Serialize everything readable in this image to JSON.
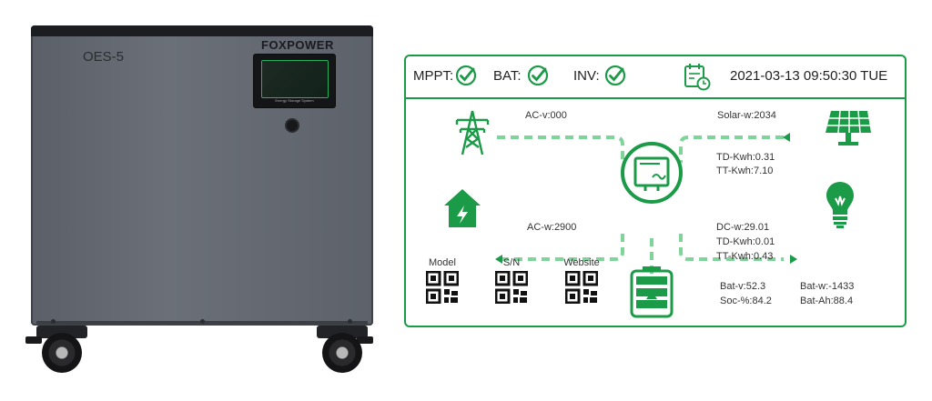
{
  "product": {
    "model": "OES-5",
    "brand": "FOXPOWER",
    "lcd_caption": "Energy Storage System"
  },
  "status_bar": {
    "mppt_label": "MPPT:",
    "bat_label": "BAT:",
    "inv_label": "INV:",
    "datetime": "2021-03-13 09:50:30 TUE"
  },
  "flow": {
    "grid": "AC-v:000",
    "solar": "Solar-w:2034",
    "solar_td": "TD-Kwh:0.31",
    "solar_tt": "TT-Kwh:7.10",
    "home": "AC-w:2900",
    "dc": "DC-w:29.01",
    "dc_td": "TD-Kwh:0.01",
    "dc_tt": "TT-Kwh:0.43",
    "bat_v": "Bat-v:52.3",
    "bat_w": "Bat-w:-1433",
    "soc": "Soc-%:84.2",
    "bat_ah": "Bat-Ah:88.4"
  },
  "qr_codes": [
    "Model",
    "S/N",
    "Website"
  ],
  "colors": {
    "accent": "#1b9a47",
    "dash": "#7fd49a",
    "cabinet": "#62676f"
  },
  "icons": [
    "check-icon",
    "calendar-clock-icon",
    "transmission-tower-icon",
    "solar-panel-icon",
    "home-icon",
    "lightbulb-icon",
    "inverter-icon",
    "battery-icon",
    "qr-code-icon"
  ]
}
